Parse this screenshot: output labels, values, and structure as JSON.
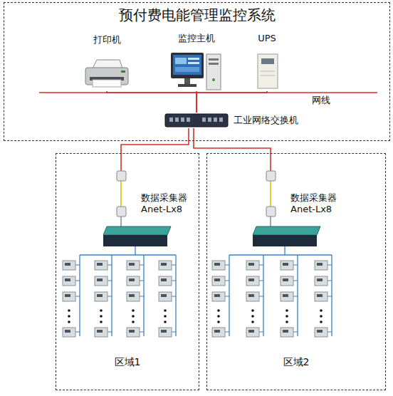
{
  "diagram": {
    "nodes": [
      {
        "text": [
          "预付费电能管理监控系统"
        ]
      },
      {
        "text": [
          "打印机"
        ],
        "in": 0
      },
      {
        "text": [
          "监控主机"
        ],
        "in": 0
      },
      {
        "text": [
          "UPS"
        ],
        "in": 0
      },
      {
        "text": [
          "工业网络交换机"
        ],
        "in": 0
      },
      {
        "text": [
          "区域1"
        ]
      },
      {
        "text": [
          "数据采集器 Anet-Lx8"
        ],
        "in": 5
      },
      {
        "text": [
          "区域2"
        ]
      },
      {
        "text": [
          "数据采集器 Anet-Lx8"
        ],
        "in": 7
      }
    ],
    "edges": [
      {
        "from": 1,
        "to": 4,
        "arrow": "none"
      },
      {
        "from": 2,
        "to": 4,
        "arrow": "none"
      },
      {
        "from": 3,
        "to": 4,
        "arrow": "none"
      },
      {
        "from": 4,
        "to": 6,
        "arrow": "none"
      },
      {
        "from": 4,
        "to": 8,
        "arrow": "none"
      }
    ],
    "labels": [
      "网线"
    ]
  }
}
